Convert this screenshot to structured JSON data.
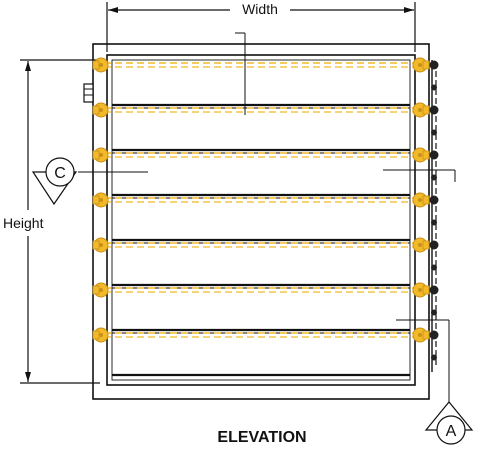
{
  "drawing": {
    "view": "ELEVATION",
    "dimensions": {
      "width_label": "Width",
      "height_label": "Height"
    },
    "callouts": [
      {
        "letter": "C"
      },
      {
        "letter": "A"
      }
    ],
    "blade_count": 7,
    "colors": {
      "line": "#111111",
      "linkage": "#f2b928",
      "linkage_outline": "#c8901a",
      "hardware": "#222222",
      "background": "#ffffff"
    }
  }
}
